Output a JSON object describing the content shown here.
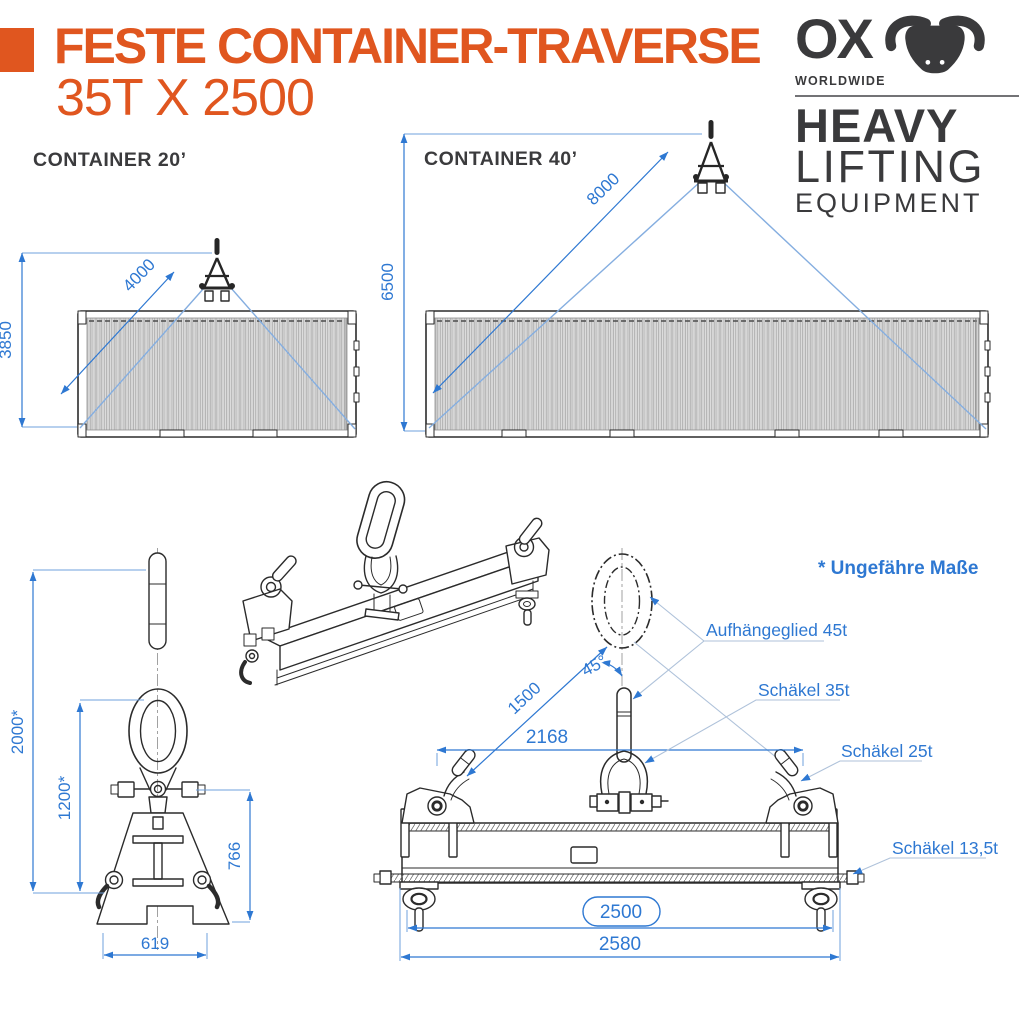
{
  "colors": {
    "accent": "#E0561F",
    "ink": "#3A3A3C",
    "dimension_blue": "#2E78D2",
    "sling_blue": "#85AEE0",
    "drawing_line": "#2B2B2B"
  },
  "header": {
    "title": "FESTE CONTAINER-TRAVERSE",
    "subtitle": "35T X 2500"
  },
  "logo": {
    "brand": "OX",
    "worldwide": "WORLDWIDE",
    "line1": "HEAVY",
    "line2": "LIFTING",
    "line3": "EQUIPMENT",
    "icon": "bull-head-icon"
  },
  "container20": {
    "label": "CONTAINER 20’",
    "height_mm": "3850",
    "sling_mm": "4000"
  },
  "container40": {
    "label": "CONTAINER 40’",
    "height_mm": "6500",
    "sling_mm": "8000"
  },
  "detail": {
    "note": "* Ungefähre Maße",
    "angle": "45°",
    "leg_mm": "1500",
    "pin_spacing_mm": "2168",
    "beam_length_mm": "2500",
    "overall_length_mm": "2580",
    "overall_height_mm": "2000*",
    "link_height_mm": "1200*",
    "fitting_height_mm": "766",
    "fitting_width_mm": "619",
    "labels": {
      "master_link": "Aufhängeglied 45t",
      "shackle_35": "Schäkel 35t",
      "shackle_25": "Schäkel 25t",
      "shackle_13_5": "Schäkel 13,5t"
    }
  }
}
